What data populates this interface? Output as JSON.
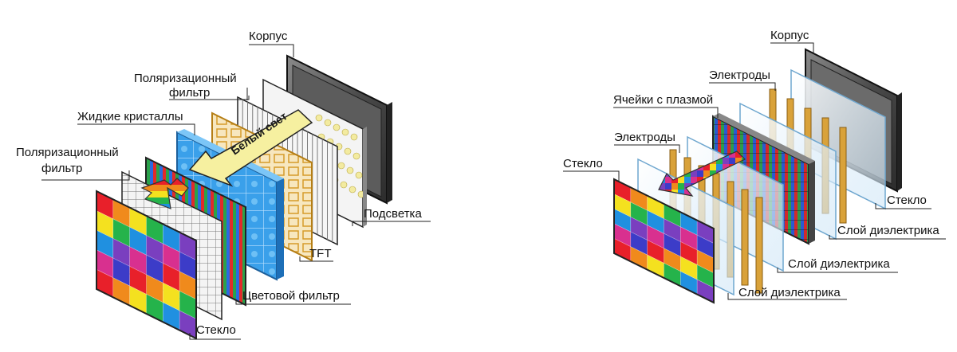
{
  "lcd": {
    "labels": {
      "housing": "Корпус",
      "polarizer_back": "Поляризационный\nфильтр",
      "liquid_crystals": "Жидкие кристаллы",
      "polarizer_front": "Поляризационный\nфильтр",
      "backlight": "Подсветка",
      "tft": "TFT",
      "color_filter": "Цветовой фильтр",
      "glass": "Стекло"
    },
    "arrow_text": "Белый свет"
  },
  "plasma": {
    "labels": {
      "housing": "Корпус",
      "electrodes_top": "Электроды",
      "plasma_cells": "Ячейки с плазмой",
      "electrodes_left": "Электроды",
      "glass_left": "Стекло",
      "glass_right": "Стекло",
      "dielectric_1": "Слой диэлектрика",
      "dielectric_2": "Слой диэлектрика",
      "dielectric_3": "Слой диэлектрика"
    }
  },
  "colors": {
    "outline": "#1a1a1a",
    "housing_dark": "#4d4d4d",
    "backlight_face": "#f2f2f2",
    "liquid_blue": "#2f8fe0",
    "tft_gold": "#e3b24a",
    "electrode_gold": "#d9a23a",
    "glass_face": "#e9f3fb",
    "arrow_yellow": "#f6f0a0"
  },
  "pixel_colors": [
    "#e8202a",
    "#f08a1c",
    "#f4e11f",
    "#25b34b",
    "#2090e0",
    "#7a3fbf",
    "#d8308f",
    "#3c3cc8"
  ]
}
